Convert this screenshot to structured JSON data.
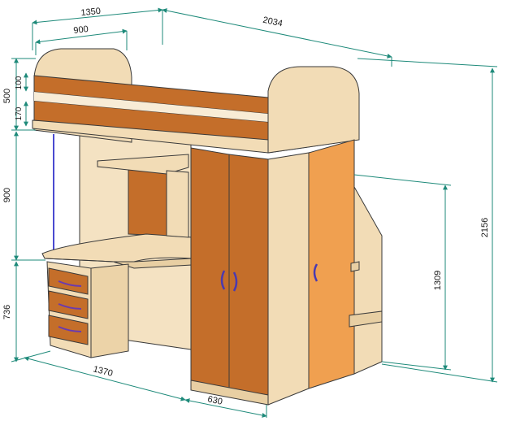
{
  "dimensions": {
    "top_depth": "1350",
    "top_length": "2034",
    "guard_width": "900",
    "guard_height": "500",
    "guard_rail_1": "100",
    "guard_rail_2": "170",
    "under_bed_height": "900",
    "desk_height": "736",
    "desk_depth": "1370",
    "wardrobe_depth": "630",
    "stair_height": "1309",
    "total_height": "2156"
  },
  "colors": {
    "dimension_line": "#1e8a7a",
    "light_wood": "#f2dcb6",
    "dark_panel": "#c46e2a",
    "light_panel": "#f0a050",
    "outline": "#3a3a3a"
  }
}
